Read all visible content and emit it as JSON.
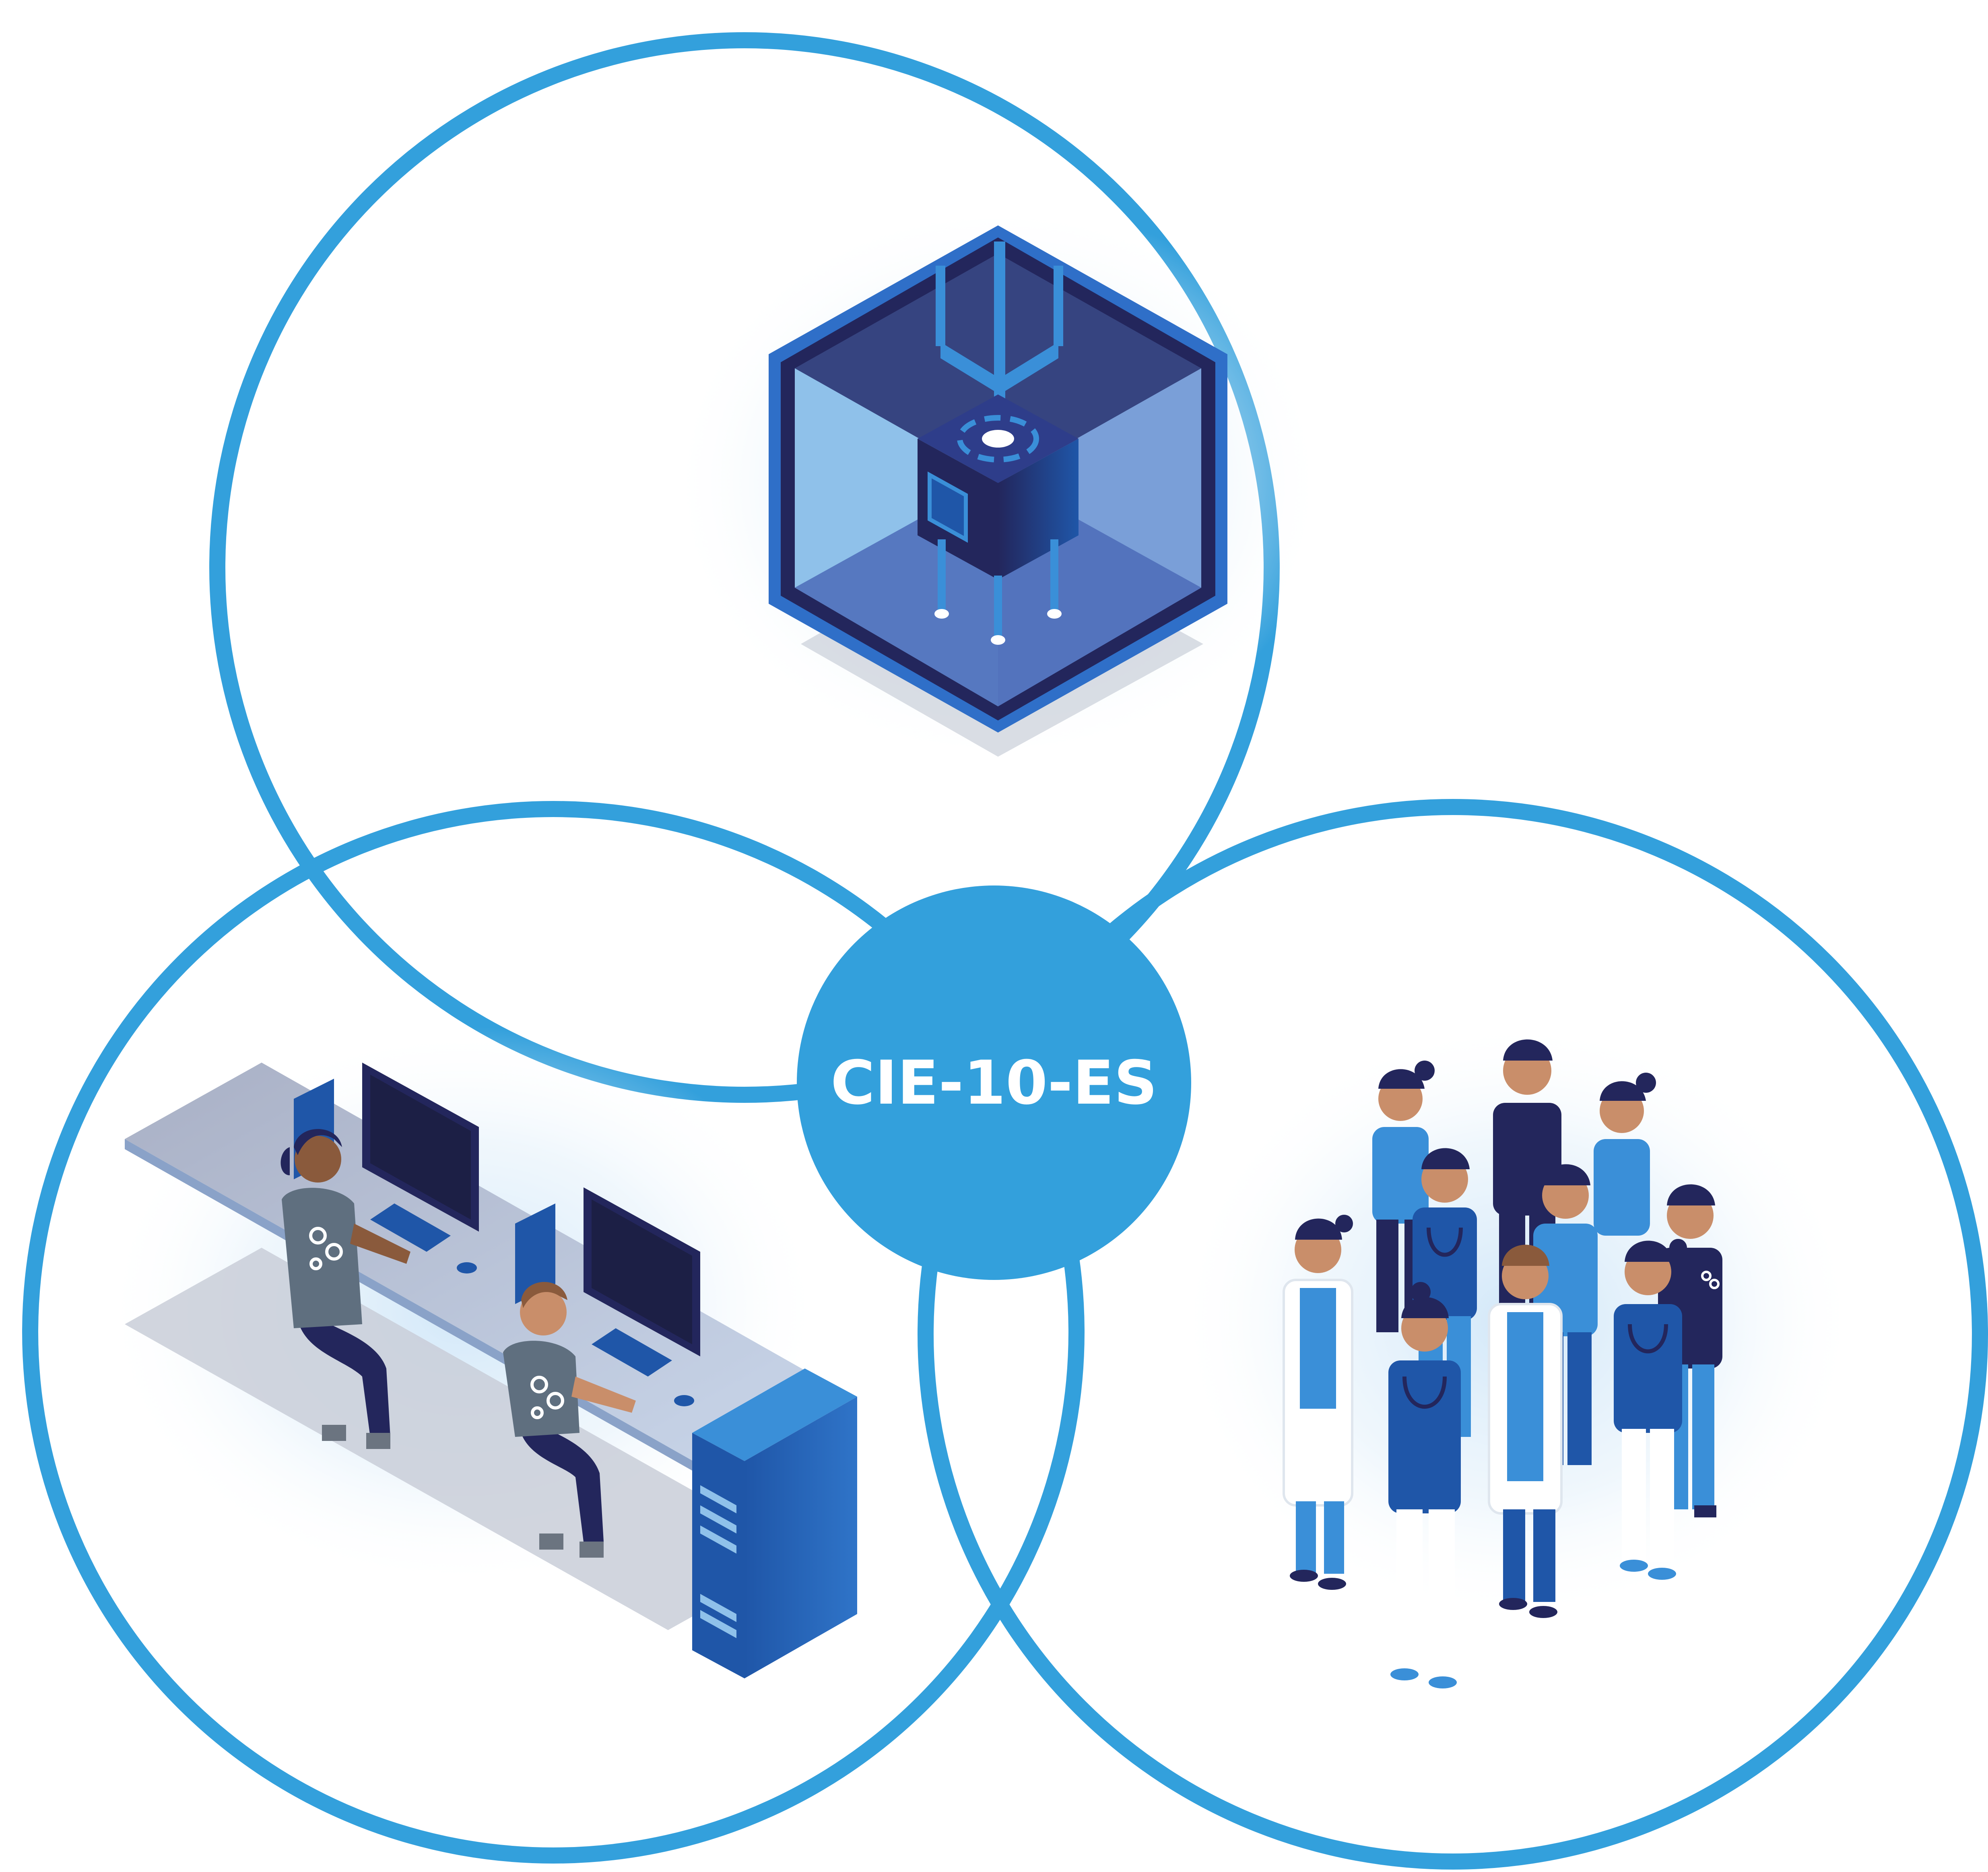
{
  "diagram": {
    "type": "venn",
    "center_label": "CIE-10-ES",
    "sets": [
      {
        "id": "top",
        "illustration": "ai-processor-cube-icon"
      },
      {
        "id": "left",
        "illustration": "coders-at-workstations-illustration"
      },
      {
        "id": "right",
        "illustration": "healthcare-staff-group-illustration"
      }
    ]
  },
  "colors": {
    "ring": "#33a0dc",
    "center_fill": "#33a0dc",
    "center_text": "#ffffff",
    "navy": "#23265c",
    "deep_blue": "#1f56a8",
    "mid_blue": "#3a8fd8",
    "light_blue": "#8fc1ea",
    "skin": "#c98e6a",
    "skin_dark": "#8a5a3c",
    "shirt_grey": "#5f6f7f",
    "glow": "#d8ecfa",
    "desk": "#b7bfd0",
    "shadow": "#c9ced8",
    "white": "#ffffff"
  }
}
